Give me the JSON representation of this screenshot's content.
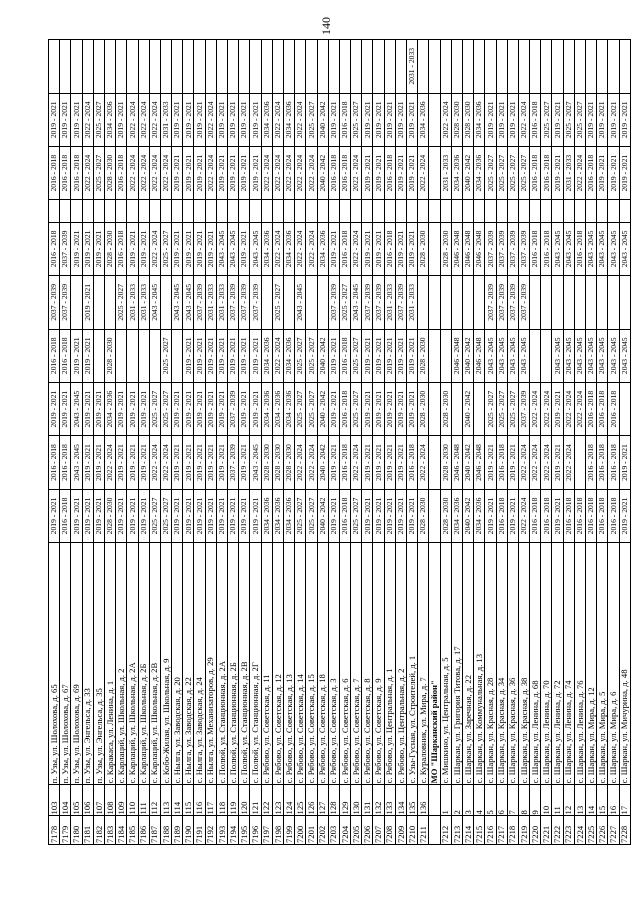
{
  "page_number": "140",
  "rows": [
    {
      "num": "7178",
      "idx": "103",
      "addr": "п. Узы, ул. Шолохова, д. 65",
      "periods": [
        "2019 - 2021",
        "2016 - 2018",
        "2019 - 2021",
        "2016 - 2018",
        "2037 - 2039",
        "2016 - 2018",
        "",
        "2016 - 2018",
        "2019 - 2021",
        ""
      ]
    },
    {
      "num": "7179",
      "idx": "104",
      "addr": "п. Узы, ул. Шолохова, д. 67",
      "periods": [
        "2016 - 2018",
        "2016 - 2018",
        "2019 - 2021",
        "2016 - 2018",
        "2037 - 2039",
        "2037 - 2039",
        "",
        "2016 - 2018",
        "2019 - 2021",
        ""
      ]
    },
    {
      "num": "7180",
      "idx": "105",
      "addr": "п. Узы, ул. Шолохова, д. 69",
      "periods": [
        "2019 - 2021",
        "2043 - 2045",
        "2043 - 2045",
        "2019 - 2021",
        "",
        "2019 - 2021",
        "",
        "2016 - 2018",
        "2019 - 2021",
        ""
      ]
    },
    {
      "num": "7181",
      "idx": "106",
      "addr": "п. Узы, ул. Энгельса, д. 33",
      "periods": [
        "2019 - 2021",
        "2019 - 2021",
        "2019 - 2021",
        "2019 - 2021",
        "2019 - 2021",
        "2019 - 2021",
        "",
        "2022 - 2024",
        "2022 - 2024",
        ""
      ]
    },
    {
      "num": "7182",
      "idx": "107",
      "addr": "п. Узы, ул. Энгельса, д. 35",
      "periods": [
        "2019 - 2021",
        "2019 - 2021",
        "2019 - 2021",
        "",
        "",
        "2019 - 2021",
        "",
        "2025 - 2027",
        "2025 - 2027",
        ""
      ]
    },
    {
      "num": "7183",
      "idx": "108",
      "addr": "с. Каракаса, ул. Ленина, д. 1",
      "periods": [
        "2028 - 2030",
        "2022 - 2024",
        "2034 - 2036",
        "2028 - 2030",
        "",
        "2028 - 2030",
        "",
        "2028 - 2030",
        "2034 - 2036",
        ""
      ]
    },
    {
      "num": "7184",
      "idx": "109",
      "addr": "с. Карлаций, ул. Школьная, д. 2",
      "periods": [
        "2019 - 2021",
        "2019 - 2021",
        "2019 - 2021",
        "",
        "2025 - 2027",
        "2016 - 2018",
        "",
        "2016 - 2018",
        "2019 - 2021",
        ""
      ]
    },
    {
      "num": "7185",
      "idx": "110",
      "addr": "с. Карлаций, ул. Школьная, д. 2А",
      "periods": [
        "2019 - 2021",
        "2019 - 2021",
        "2019 - 2021",
        "",
        "2031 - 2033",
        "2019 - 2021",
        "",
        "2022 - 2024",
        "2022 - 2024",
        ""
      ]
    },
    {
      "num": "7186",
      "idx": "111",
      "addr": "с. Карлаций, ул. Школьная, д. 2Б",
      "periods": [
        "2019 - 2021",
        "2019 - 2021",
        "2019 - 2021",
        "",
        "2031 - 2033",
        "2019 - 2021",
        "",
        "2022 - 2024",
        "2022 - 2024",
        ""
      ]
    },
    {
      "num": "7187",
      "idx": "112",
      "addr": "с. Карлаций, ул. Школьная, д. 2В",
      "periods": [
        "2025 - 2027",
        "2022 - 2024",
        "2025 - 2027",
        "",
        "2043 - 2045",
        "2022 - 2024",
        "",
        "2022 - 2024",
        "2022 - 2024",
        ""
      ]
    },
    {
      "num": "7188",
      "idx": "113",
      "addr": "с. Кобо-Жилая, ул. Школьная, д. 9",
      "periods": [
        "2025 - 2027",
        "2022 - 2024",
        "2025 - 2027",
        "2025 - 2027",
        "",
        "2025 - 2027",
        "",
        "2022 - 2024",
        "2031 - 2033",
        ""
      ]
    },
    {
      "num": "7189",
      "idx": "114",
      "addr": "с. Нылга, ул. Заводская, д. 20",
      "periods": [
        "2019 - 2021",
        "2019 - 2021",
        "2019 - 2021",
        "",
        "2043 - 2045",
        "2019 - 2021",
        "",
        "2019 - 2021",
        "2019 - 2021",
        ""
      ]
    },
    {
      "num": "7190",
      "idx": "115",
      "addr": "с. Нылга, ул. Заводская, д. 22",
      "periods": [
        "2019 - 2021",
        "2019 - 2021",
        "2019 - 2021",
        "2019 - 2021",
        "2043 - 2045",
        "2019 - 2021",
        "",
        "2019 - 2021",
        "2019 - 2021",
        ""
      ]
    },
    {
      "num": "7191",
      "idx": "116",
      "addr": "с. Нылга, ул. Заводская, д. 24",
      "periods": [
        "2019 - 2021",
        "2019 - 2021",
        "2019 - 2021",
        "2019 - 2021",
        "2037 - 2039",
        "2019 - 2021",
        "",
        "2019 - 2021",
        "2019 - 2021",
        ""
      ]
    },
    {
      "num": "7192",
      "idx": "117",
      "addr": "с. Нылга, ул. Механизаторов, д. 29",
      "periods": [
        "2019 - 2021",
        "2019 - 2021",
        "2019 - 2021",
        "2019 - 2021",
        "2031 - 2033",
        "2019 - 2021",
        "",
        "2022 - 2024",
        "2022 - 2024",
        ""
      ]
    },
    {
      "num": "7193",
      "idx": "118",
      "addr": "с. Полюй, ул. Станционная, д. 2А",
      "periods": [
        "2019 - 2021",
        "2019 - 2021",
        "2019 - 2021",
        "2019 - 2021",
        "2031 - 2033",
        "2043 - 2045",
        "",
        "2019 - 2021",
        "2019 - 2021",
        ""
      ]
    },
    {
      "num": "7194",
      "idx": "119",
      "addr": "с. Полюй, ул. Станционная, д. 2Б",
      "periods": [
        "2019 - 2021",
        "2037 - 2039",
        "2037 - 2039",
        "2019 - 2021",
        "2037 - 2039",
        "2043 - 2045",
        "",
        "2019 - 2021",
        "2019 - 2021",
        ""
      ]
    },
    {
      "num": "7195",
      "idx": "120",
      "addr": "с. Полюй, ул. Станционная, д. 2В",
      "periods": [
        "2019 - 2021",
        "2019 - 2021",
        "2019 - 2021",
        "2019 - 2021",
        "2037 - 2039",
        "2019 - 2021",
        "",
        "2019 - 2021",
        "2019 - 2021",
        ""
      ]
    },
    {
      "num": "7196",
      "idx": "121",
      "addr": "с. Полюй, ул. Станционная, д. 2Г",
      "periods": [
        "2019 - 2021",
        "2043 - 2045",
        "2019 - 2021",
        "2019 - 2021",
        "2037 - 2039",
        "2043 - 2045",
        "",
        "2019 - 2021",
        "2019 - 2021",
        ""
      ]
    },
    {
      "num": "7197",
      "idx": "122",
      "addr": "с. Рябово, ул. Советская, д. 11",
      "periods": [
        "2034 - 2036",
        "2028 - 2030",
        "2034 - 2036",
        "2034 - 2036",
        "",
        "2034 - 2036",
        "",
        "2022 - 2024",
        "2034 - 2036",
        ""
      ]
    },
    {
      "num": "7198",
      "idx": "123",
      "addr": "с. Рябово, ул. Советская, д. 12",
      "periods": [
        "2034 - 2036",
        "2028 - 2030",
        "2034 - 2036",
        "2022 - 2024",
        "2025 - 2027",
        "2022 - 2024",
        "",
        "2022 - 2024",
        "2022 - 2024",
        ""
      ]
    },
    {
      "num": "7199",
      "idx": "124",
      "addr": "с. Рябово, ул. Советская, д. 13",
      "periods": [
        "2034 - 2036",
        "2028 - 2030",
        "2034 - 2036",
        "2034 - 2036",
        "",
        "2034 - 2036",
        "",
        "2022 - 2024",
        "2034 - 2036",
        ""
      ]
    },
    {
      "num": "7200",
      "idx": "125",
      "addr": "с. Рябово, ул. Советская, д. 14",
      "periods": [
        "2025 - 2027",
        "2022 - 2024",
        "2025 - 2027",
        "2025 - 2027",
        "2043 - 2045",
        "2022 - 2024",
        "",
        "2022 - 2024",
        "2022 - 2024",
        ""
      ]
    },
    {
      "num": "7201",
      "idx": "126",
      "addr": "с. Рябово, ул. Советская, д. 15",
      "periods": [
        "2025 - 2027",
        "2022 - 2024",
        "2025 - 2027",
        "2025 - 2027",
        "",
        "2022 - 2024",
        "",
        "2022 - 2024",
        "2025 - 2027",
        ""
      ]
    },
    {
      "num": "7202",
      "idx": "127",
      "addr": "с. Рябово, ул. Советская, д. 18",
      "periods": [
        "2040 - 2042",
        "2040 - 2042",
        "2040 - 2042",
        "2040 - 2042",
        "",
        "2034 - 2036",
        "",
        "2040 - 2042",
        "2040 - 2042",
        ""
      ]
    },
    {
      "num": "7203",
      "idx": "128",
      "addr": "с. Рябово, ул. Советская, д. 3",
      "periods": [
        "2019 - 2021",
        "2019 - 2021",
        "2019 - 2021",
        "2019 - 2021",
        "2037 - 2039",
        "2019 - 2021",
        "",
        "2016 - 2018",
        "2019 - 2021",
        ""
      ]
    },
    {
      "num": "7204",
      "idx": "129",
      "addr": "с. Рябово, ул. Советская, д. 6",
      "periods": [
        "2016 - 2018",
        "2016 - 2018",
        "2016 - 2018",
        "2016 - 2018",
        "2025 - 2027",
        "2016 - 2018",
        "",
        "2016 - 2018",
        "2016 - 2018",
        ""
      ]
    },
    {
      "num": "7205",
      "idx": "130",
      "addr": "с. Рябово, ул. Советская, д. 7",
      "periods": [
        "2025 - 2027",
        "2022 - 2024",
        "2025 - 2027",
        "2025 - 2027",
        "2043 - 2045",
        "2022 - 2024",
        "",
        "2022 - 2024",
        "2025 - 2027",
        ""
      ]
    },
    {
      "num": "7206",
      "idx": "131",
      "addr": "с. Рябово, ул. Советская, д. 8",
      "periods": [
        "2019 - 2021",
        "2019 - 2021",
        "2019 - 2021",
        "2019 - 2021",
        "2037 - 2039",
        "2019 - 2021",
        "",
        "2019 - 2021",
        "2019 - 2021",
        ""
      ]
    },
    {
      "num": "7207",
      "idx": "132",
      "addr": "с. Рябово, ул. Советская, д. 9",
      "periods": [
        "2019 - 2021",
        "2019 - 2021",
        "2019 - 2021",
        "2019 - 2021",
        "2037 - 2039",
        "2019 - 2021",
        "",
        "2019 - 2021",
        "2019 - 2021",
        ""
      ]
    },
    {
      "num": "7208",
      "idx": "133",
      "addr": "с. Рябово, ул. Центральная, д. 1",
      "periods": [
        "2019 - 2021",
        "2019 - 2021",
        "2019 - 2021",
        "2019 - 2021",
        "2031 - 2033",
        "2016 - 2018",
        "",
        "2016 - 2018",
        "2019 - 2021",
        ""
      ]
    },
    {
      "num": "7209",
      "idx": "134",
      "addr": "с. Рябово, ул. Центральная, д. 2",
      "periods": [
        "2019 - 2021",
        "2019 - 2021",
        "2019 - 2021",
        "2019 - 2021",
        "2037 - 2039",
        "2019 - 2021",
        "",
        "2019 - 2021",
        "2019 - 2021",
        ""
      ]
    },
    {
      "num": "7210",
      "idx": "135",
      "addr": "с. Узы-Гусная, ул. Строителей, д. 1",
      "periods": [
        "2019 - 2021",
        "2016 - 2018",
        "2019 - 2021",
        "2019 - 2021",
        "2031 - 2033",
        "2019 - 2021",
        "",
        "2019 - 2021",
        "2019 - 2021",
        "2031 - 2033"
      ]
    },
    {
      "num": "7211",
      "idx": "136",
      "addr": "с. Кураловник, ул. Мира, д. 7",
      "periods": [
        "2028 - 2030",
        "2022 - 2024",
        "2028 - 2030",
        "2028 - 2030",
        "",
        "2028 - 2030",
        "",
        "2022 - 2024",
        "2034 - 2036",
        ""
      ]
    },
    {
      "num": "",
      "idx": "",
      "addr": "МО \"Шарканский район\"",
      "periods": [
        "",
        "",
        "",
        "",
        "",
        "",
        "",
        "",
        "",
        ""
      ],
      "mo": true
    },
    {
      "num": "7212",
      "idx": "1",
      "addr": "с. Мишкино, ул. Центральная, д. 5",
      "periods": [
        "2028 - 2030",
        "2028 - 2030",
        "2028 - 2030",
        "",
        "",
        "2028 - 2030",
        "",
        "2031 - 2033",
        "2022 - 2024",
        ""
      ]
    },
    {
      "num": "7213",
      "idx": "2",
      "addr": "с. Шаркан, ул. Григория Титова, д. 17",
      "periods": [
        "2034 - 2036",
        "2046 - 2048",
        "",
        "2046 - 2048",
        "",
        "2046 - 2048",
        "",
        "2034 - 2036",
        "2028 - 2030",
        ""
      ]
    },
    {
      "num": "7214",
      "idx": "3",
      "addr": "с. Шаркан, ул. Заречная, д. 22",
      "periods": [
        "2040 - 2042",
        "2040 - 2042",
        "2040 - 2042",
        "2040 - 2042",
        "",
        "2046 - 2048",
        "",
        "2040 - 2042",
        "2028 - 2030",
        ""
      ]
    },
    {
      "num": "7215",
      "idx": "4",
      "addr": "с. Шаркан, ул. Коммунальная, д. 13",
      "periods": [
        "2034 - 2036",
        "2046 - 2048",
        "",
        "2046 - 2048",
        "",
        "2046 - 2048",
        "",
        "2034 - 2036",
        "2034 - 2036",
        ""
      ]
    },
    {
      "num": "7216",
      "idx": "5",
      "addr": "с. Шаркан, ул. Красная, д. 28",
      "periods": [
        "2019 - 2021",
        "2019 - 2021",
        "2025 - 2027",
        "2043 - 2045",
        "2037 - 2039",
        "2037 - 2039",
        "",
        "2025 - 2027",
        "2019 - 2021",
        ""
      ]
    },
    {
      "num": "7217",
      "idx": "6",
      "addr": "с. Шаркан, ул. Красная, д. 34",
      "periods": [
        "2016 - 2018",
        "2016 - 2018",
        "2025 - 2027",
        "2043 - 2045",
        "2037 - 2039",
        "2037 - 2039",
        "",
        "2025 - 2027",
        "2019 - 2021",
        ""
      ]
    },
    {
      "num": "7218",
      "idx": "7",
      "addr": "с. Шаркан, ул. Красная, д. 36",
      "periods": [
        "2019 - 2021",
        "2019 - 2021",
        "2025 - 2027",
        "2043 - 2045",
        "2037 - 2039",
        "2037 - 2039",
        "",
        "2025 - 2027",
        "2019 - 2021",
        ""
      ]
    },
    {
      "num": "7219",
      "idx": "8",
      "addr": "с. Шаркан, ул. Красная, д. 38",
      "periods": [
        "2022 - 2024",
        "2022 - 2024",
        "2037 - 2039",
        "2043 - 2045",
        "2037 - 2039",
        "2037 - 2039",
        "",
        "2025 - 2027",
        "2022 - 2024",
        ""
      ]
    },
    {
      "num": "7220",
      "idx": "9",
      "addr": "с. Шаркан, ул. Ленина, д. 68",
      "periods": [
        "2016 - 2018",
        "2022 - 2024",
        "2022 - 2024",
        "",
        "",
        "2016 - 2018",
        "",
        "2016 - 2018",
        "2016 - 2018",
        ""
      ]
    },
    {
      "num": "7221",
      "idx": "10",
      "addr": "с. Шаркан, ул. Ленина, д. 70",
      "periods": [
        "2016 - 2018",
        "2022 - 2024",
        "2022 - 2024",
        "",
        "",
        "2016 - 2018",
        "",
        "2016 - 2018",
        "2025 - 2027",
        ""
      ]
    },
    {
      "num": "7222",
      "idx": "11",
      "addr": "с. Шаркан, ул. Ленина, д. 72",
      "periods": [
        "2019 - 2021",
        "2019 - 2021",
        "2019 - 2021",
        "2043 - 2045",
        "",
        "2043 - 2045",
        "",
        "2019 - 2021",
        "2019 - 2021",
        ""
      ]
    },
    {
      "num": "7223",
      "idx": "12",
      "addr": "с. Шаркан, ул. Ленина, д. 74",
      "periods": [
        "2016 - 2018",
        "2022 - 2024",
        "2022 - 2024",
        "2043 - 2045",
        "",
        "2043 - 2045",
        "",
        "2031 - 2033",
        "2025 - 2027",
        ""
      ]
    },
    {
      "num": "7224",
      "idx": "13",
      "addr": "с. Шаркан, ул. Ленина, д. 76",
      "periods": [
        "2016 - 2018",
        "",
        "2022 - 2024",
        "2043 - 2045",
        "",
        "2016 - 2018",
        "",
        "2022 - 2024",
        "2025 - 2027",
        ""
      ]
    },
    {
      "num": "7225",
      "idx": "14",
      "addr": "с. Шаркан, ул. Мира, д. 12",
      "periods": [
        "2016 - 2018",
        "2016 - 2018",
        "2016 - 2018",
        "2043 - 2045",
        "",
        "2043 - 2045",
        "",
        "2016 - 2018",
        "2019 - 2021",
        ""
      ]
    },
    {
      "num": "7226",
      "idx": "15",
      "addr": "с. Шаркан, ул. Мира, д. 5",
      "periods": [
        "2016 - 2018",
        "2016 - 2018",
        "2016 - 2018",
        "2043 - 2045",
        "",
        "2043 - 2045",
        "",
        "2019 - 2021",
        "2019 - 2021",
        ""
      ]
    },
    {
      "num": "7227",
      "idx": "16",
      "addr": "с. Шаркан, ул. Мира, д. 6",
      "periods": [
        "2016 - 2018",
        "2016 - 2018",
        "2016 - 2018",
        "2043 - 2045",
        "",
        "2043 - 2045",
        "",
        "2019 - 2021",
        "2019 - 2021",
        ""
      ]
    },
    {
      "num": "7228",
      "idx": "17",
      "addr": "с. Шаркан, ул. Мичурина, д. 48",
      "periods": [
        "2019 - 2021",
        "2019 - 2021",
        "",
        "2043 - 2045",
        "",
        "2043 - 2045",
        "",
        "2019 - 2021",
        "2019 - 2021",
        ""
      ]
    }
  ]
}
